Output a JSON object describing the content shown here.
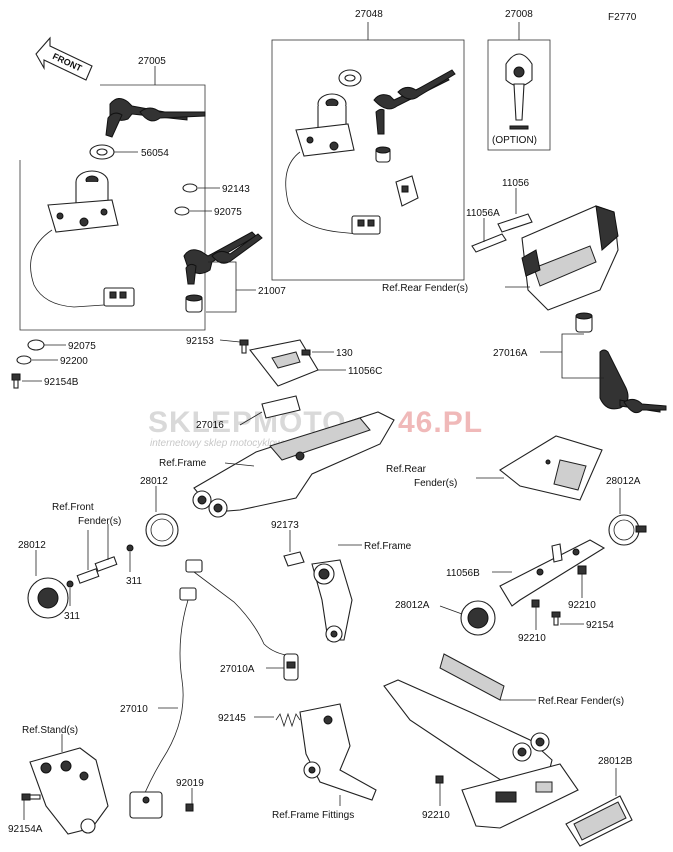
{
  "diagram_code": "F2770",
  "direction_arrow": "FRONT",
  "watermark": {
    "brand_left": "SKLEPMOTO",
    "brand_right": "46.PL",
    "tagline": "internetowy sklep motocyklowy"
  },
  "labels": {
    "p27005": "27005",
    "p27048": "27048",
    "p27008": "27008",
    "option": "(OPTION)",
    "p56054": "56054",
    "p92143": "92143",
    "p92075a": "92075",
    "p21007": "21007",
    "p92075b": "92075",
    "p92200": "92200",
    "p92154b": "92154B",
    "p11056": "11056",
    "p11056a": "11056A",
    "ref_rear_fender_1": "Ref.Rear Fender(s)",
    "p27016a": "27016A",
    "p92153": "92153",
    "p130": "130",
    "p11056c": "11056C",
    "p27016": "27016",
    "ref_frame_1": "Ref.Frame",
    "ref_rear_fender_2a": "Ref.Rear",
    "ref_rear_fender_2b": "Fender(s)",
    "ref_front_fender_a": "Ref.Front",
    "ref_front_fender_b": "Fender(s)",
    "p28012_top": "28012",
    "p28012_left": "28012",
    "p311_a": "311",
    "p311_b": "311",
    "p28012a_right": "28012A",
    "p92173": "92173",
    "ref_frame_2": "Ref.Frame",
    "p11056b": "11056B",
    "p92210_a": "92210",
    "p28012a_left": "28012A",
    "p92154": "92154",
    "p92210_b": "92210",
    "p27010a": "27010A",
    "p27010": "27010",
    "p92145": "92145",
    "ref_rear_fender_3": "Ref.Rear Fender(s)",
    "ref_stands": "Ref.Stand(s)",
    "p92019": "92019",
    "p28012b": "28012B",
    "p92154a": "92154A",
    "ref_frame_fittings": "Ref.Frame Fittings",
    "p92210_c": "92210"
  }
}
